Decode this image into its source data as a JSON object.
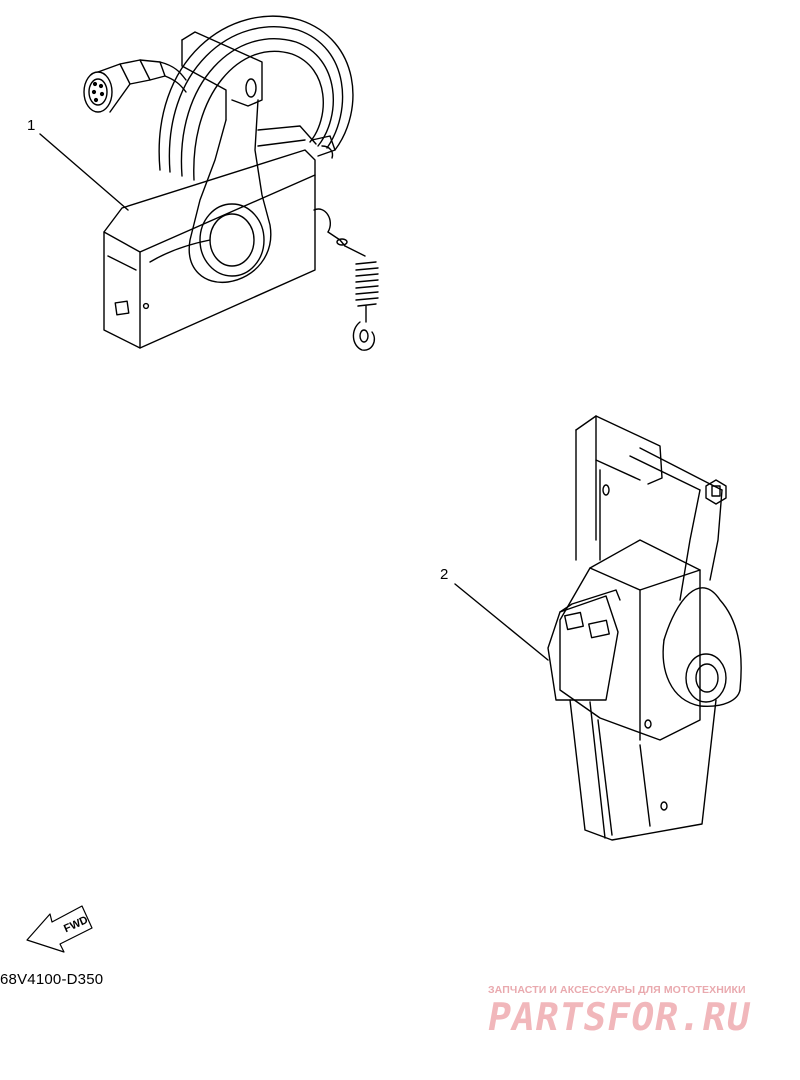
{
  "diagram": {
    "callouts": [
      {
        "label": "1"
      },
      {
        "label": "2"
      }
    ],
    "fwd_indicator": {
      "label": "FWD",
      "icon": "fwd-arrow-icon"
    },
    "diagram_code": "68V4100-D350"
  },
  "watermark": {
    "tagline": "ЗАПЧАСТИ И АКСЕССУАРЫ ДЛЯ МОТОТЕХНИКИ",
    "logo_text": "PARTSFOR.RU",
    "color": "#f1b7bb"
  }
}
